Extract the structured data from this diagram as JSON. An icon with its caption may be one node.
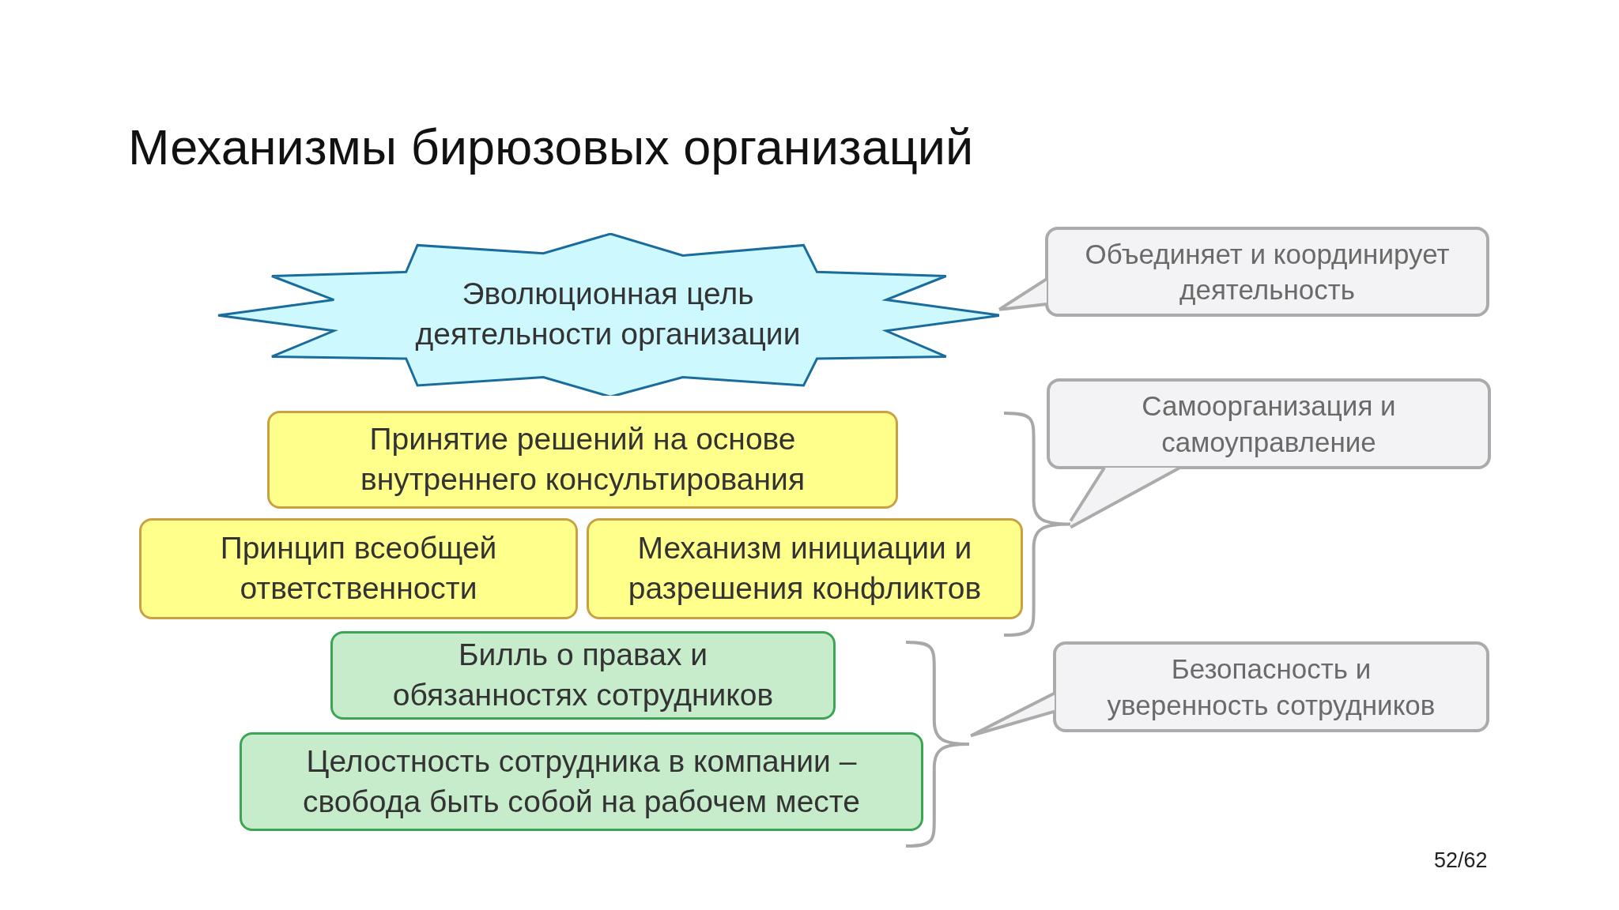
{
  "diagram": {
    "title": "Механизмы бирюзовых организаций",
    "nodes": [
      {
        "text": [
          "Эволюционная цель деятельности организации"
        ]
      },
      {
        "text": [
          "Объединяет и координирует деятельность"
        ]
      },
      {
        "text": [
          "Принятие решений на основе внутреннего консультирования"
        ]
      },
      {
        "text": [
          "Самоорганизация и самоуправление"
        ]
      },
      {
        "text": [
          "Принцип всеобщей ответственности"
        ]
      },
      {
        "text": [
          "Механизм инициации и разрешения конфликтов"
        ]
      },
      {
        "text": [],
        "shape": "bracket"
      },
      {
        "text": [
          "Билль о правах и обязанностях сотрудников"
        ]
      },
      {
        "text": [
          "Безопасность и уверенность сотрудников"
        ]
      },
      {
        "text": [
          "Целостность сотрудника в компании – свобода быть собой на рабочем месте"
        ]
      },
      {
        "text": [],
        "shape": "bracket"
      }
    ],
    "edges": [
      {
        "from": 1,
        "to": 0,
        "arrow": "to"
      },
      {
        "from": 3,
        "to": 6,
        "arrow": "none"
      },
      {
        "from": 8,
        "to": 10,
        "arrow": "to"
      }
    ],
    "labels": [
      "52/62"
    ]
  }
}
